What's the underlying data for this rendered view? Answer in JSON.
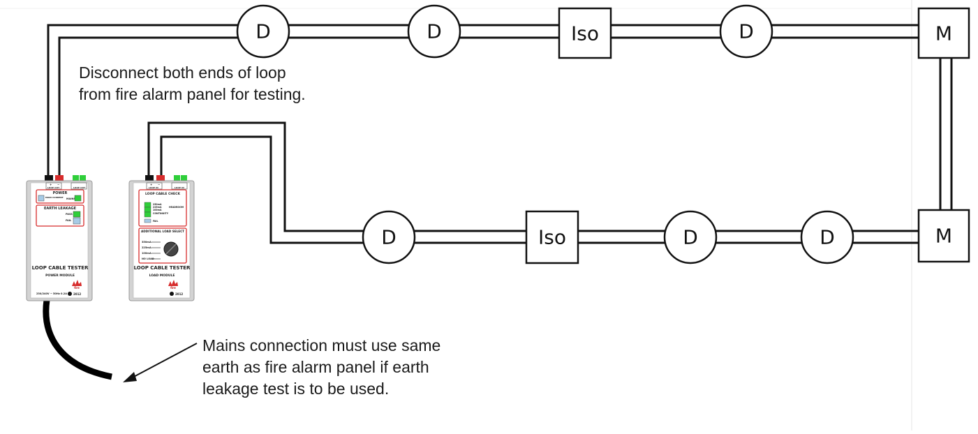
{
  "notes": {
    "disconnect": [
      "Disconnect both ends of loop",
      "from fire alarm panel for testing."
    ],
    "mains": [
      "Mains connection must use same",
      "earth as fire alarm panel if earth",
      "leakage test is to be used."
    ]
  },
  "nodes": {
    "top": [
      "D",
      "D",
      "Iso",
      "D",
      "M"
    ],
    "bottom": [
      "D",
      "Iso",
      "D",
      "D",
      "M"
    ]
  },
  "power_module": {
    "terminal_plus": "+",
    "terminal_minus": "−",
    "loop_out": "LOOP OUT",
    "loop_out_right": "LOOP OUT",
    "power_title": "POWER",
    "main_current": "MAIN CURRENT",
    "mains": "MAINS",
    "earth_leakage": "EARTH LEAKAGE",
    "pass": "PASS",
    "fail": "FAIL",
    "name": "LOOP CABLE TESTER",
    "subtitle": "POWER MODULE",
    "footer_left": "230/240V ~ 50Hz 0.2A",
    "year": "2012",
    "logo_text": "fire"
  },
  "load_module": {
    "terminal_plus": "+",
    "terminal_minus": "−",
    "loop_in": "LOOP IN",
    "loop_in_right": "LOOP IN",
    "check_title": "LOOP CABLE CHECK",
    "levels": [
      "250mA",
      "225mA",
      "100mA"
    ],
    "headroom": "HEADROOM",
    "continuity": "CONTINUITY",
    "fail": "FAIL",
    "load_title": "ADDITIONAL LOAD SELECT",
    "load_levels": [
      "350mA",
      "225mA",
      "100mA",
      "NO LOAD"
    ],
    "name": "LOOP CABLE TESTER",
    "subtitle": "LOAD MODULE",
    "year": "2012",
    "logo_text": "fire"
  },
  "colors": {
    "module_panel": "#d3d3d3",
    "red_frame": "#d72b2b",
    "indicator_green": "#2fcf3a",
    "indicator_blue": "#a7cbe6",
    "wire": "#111111",
    "cable": "#000000"
  }
}
